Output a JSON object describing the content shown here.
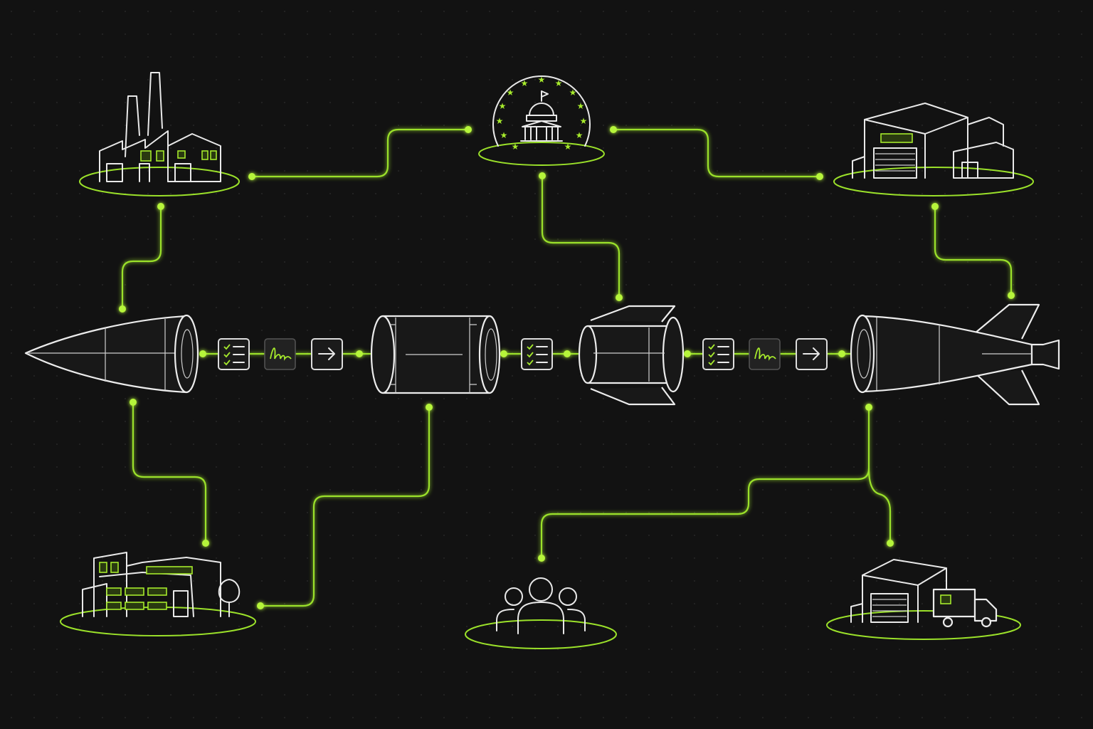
{
  "colors": {
    "background": "#121212",
    "accent": "#9be12a",
    "outline": "#e9e9e9"
  },
  "nodes": [
    {
      "id": "factory",
      "icon": "factory-icon"
    },
    {
      "id": "government",
      "icon": "capitol-seal-icon"
    },
    {
      "id": "warehouse",
      "icon": "warehouse-icon"
    },
    {
      "id": "office",
      "icon": "office-building-icon"
    },
    {
      "id": "team",
      "icon": "people-group-icon"
    },
    {
      "id": "logistics",
      "icon": "delivery-truck-icon"
    }
  ],
  "components": [
    {
      "id": "nose-cone",
      "icon": "nose-cone-icon"
    },
    {
      "id": "body-section",
      "icon": "body-section-icon"
    },
    {
      "id": "fin-section",
      "icon": "fin-section-icon"
    },
    {
      "id": "assembled-missile",
      "icon": "missile-icon"
    }
  ],
  "steps": [
    {
      "id": "checklist-1",
      "icon": "checklist-icon"
    },
    {
      "id": "signature-1",
      "icon": "signature-icon"
    },
    {
      "id": "arrow-1",
      "icon": "arrow-right-icon"
    },
    {
      "id": "checklist-2",
      "icon": "checklist-icon"
    },
    {
      "id": "checklist-3",
      "icon": "checklist-icon"
    },
    {
      "id": "signature-2",
      "icon": "signature-icon"
    },
    {
      "id": "arrow-2",
      "icon": "arrow-right-icon"
    }
  ]
}
